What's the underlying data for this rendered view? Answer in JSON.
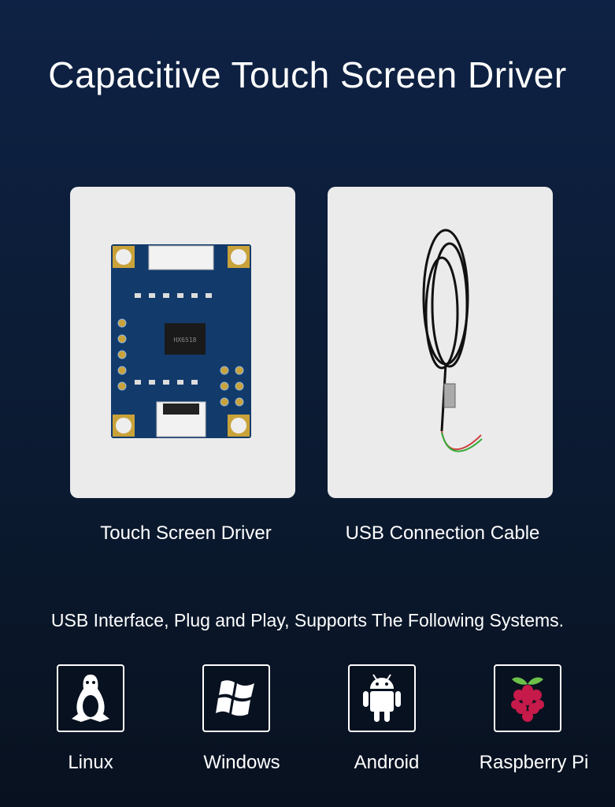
{
  "title": "Capacitive Touch Screen Driver",
  "products": [
    {
      "label": "Touch Screen Driver",
      "chip_text": "HX6518"
    },
    {
      "label": "USB Connection Cable"
    }
  ],
  "subtitle": "USB Interface, Plug and Play, Supports The Following Systems.",
  "systems": [
    {
      "label": "Linux",
      "icon": "linux-tux-icon"
    },
    {
      "label": "Windows",
      "icon": "windows-icon"
    },
    {
      "label": "Android",
      "icon": "android-icon"
    },
    {
      "label": "Raspberry Pi",
      "icon": "raspberry-pi-icon"
    }
  ],
  "colors": {
    "pcb": "#123a6b",
    "card": "#ebebeb",
    "raspberry_red": "#c51a4a",
    "raspberry_green": "#6cc04a"
  }
}
